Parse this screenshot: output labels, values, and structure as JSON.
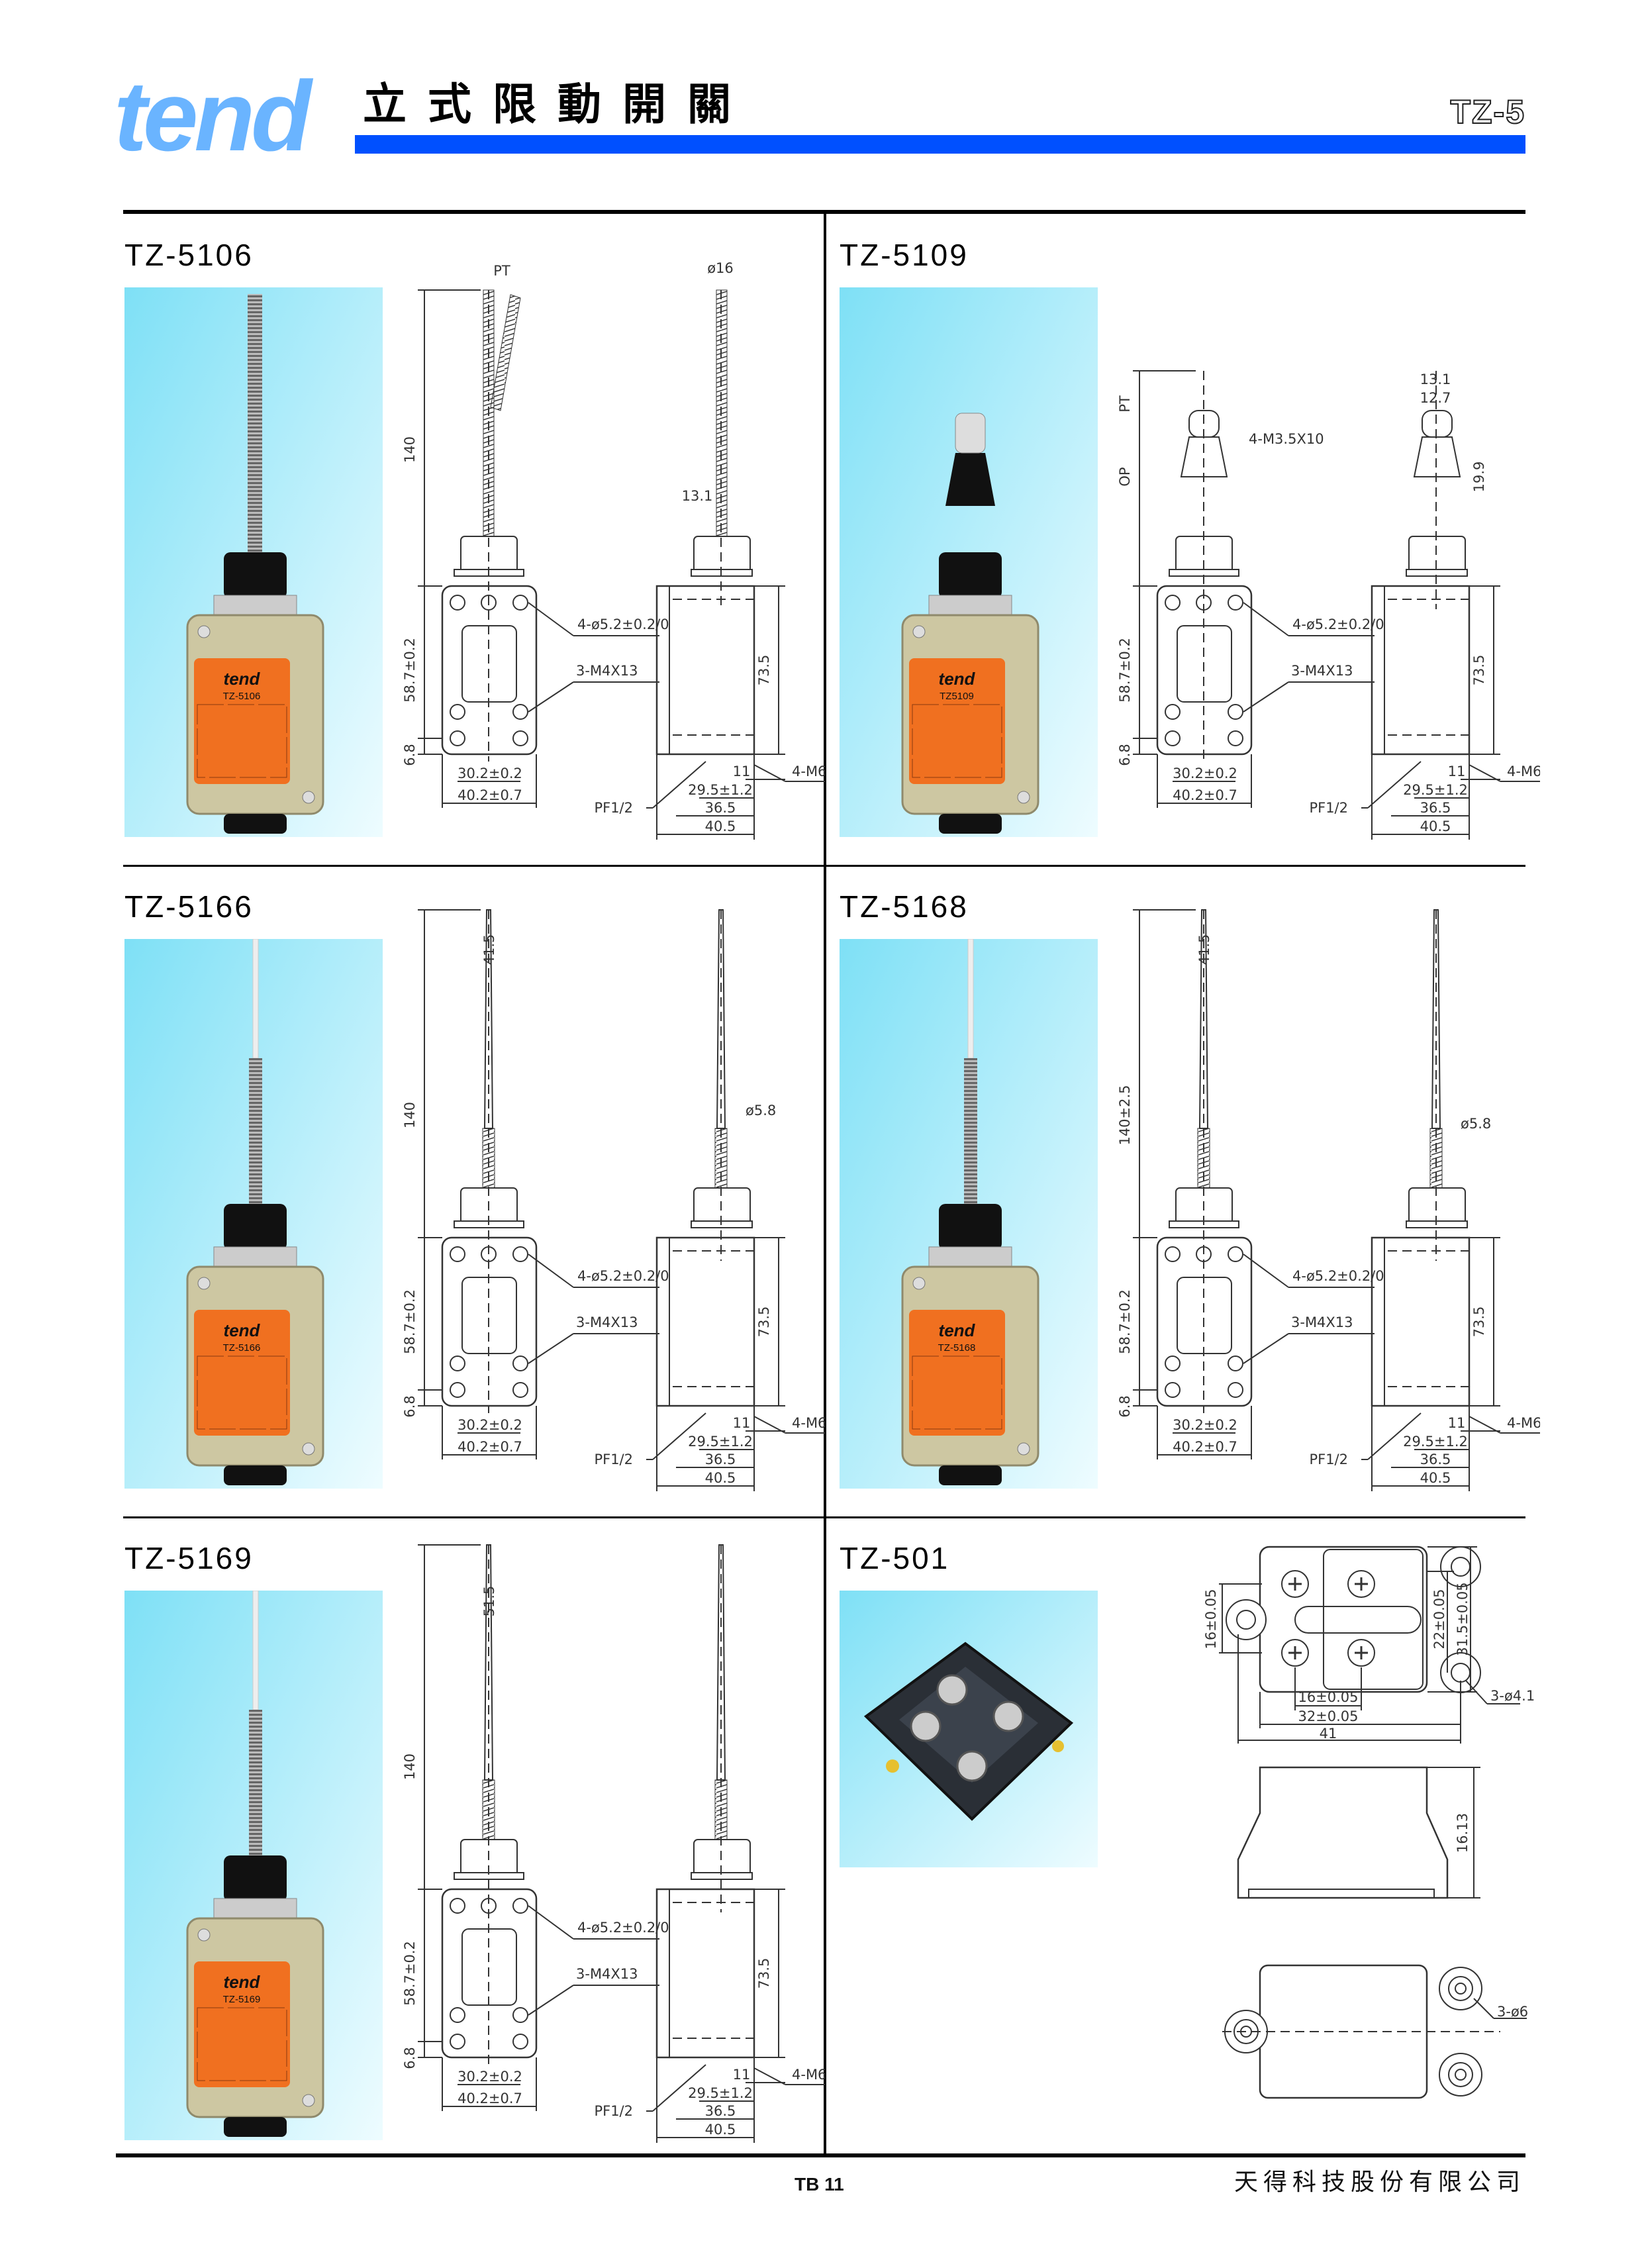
{
  "header": {
    "logo": "tend",
    "title": "立式限動開關",
    "series": "TZ-5"
  },
  "colors": {
    "brand_blue": "#6ab4ff",
    "bar_blue": "#0050ff",
    "label_orange": "#f07020"
  },
  "products": [
    {
      "model": "TZ-5106",
      "photo_brand": "tend",
      "photo_model": "TZ-5106",
      "dims": {
        "pt": "PT",
        "dia": "ø16",
        "len": "140",
        "offset": "13.1",
        "height": "58.7±0.2",
        "base": "6.8",
        "pitch": "30.2±0.2",
        "width": "40.2±0.7",
        "holes": "4-ø5.2±0.2/0",
        "screws": "3-M4X13",
        "conduit": "PF1/2",
        "side_h": "73.5",
        "s11": "11",
        "thread": "4-M6",
        "d1": "29.5±1.2",
        "d2": "36.5",
        "d3": "40.5"
      }
    },
    {
      "model": "TZ-5109",
      "photo_brand": "tend",
      "photo_model": "TZ5109",
      "dims": {
        "pt": "PT",
        "op": "OP",
        "plunger_screws": "4-M3.5X10",
        "top1": "13.1",
        "top2": "12.7",
        "h19": "19.9",
        "height": "58.7±0.2",
        "base": "6.8",
        "pitch": "30.2±0.2",
        "width": "40.2±0.7",
        "holes": "4-ø5.2±0.2/0",
        "screws": "3-M4X13",
        "conduit": "PF1/2",
        "side_h": "73.5",
        "s11": "11",
        "thread": "4-M6",
        "d1": "29.5±1.2",
        "d2": "36.5",
        "d3": "40.5"
      }
    },
    {
      "model": "TZ-5166",
      "photo_brand": "tend",
      "photo_model": "TZ-5166",
      "dims": {
        "tip": "41.5",
        "len": "140",
        "dia": "ø5.8",
        "height": "58.7±0.2",
        "base": "6.8",
        "pitch": "30.2±0.2",
        "width": "40.2±0.7",
        "holes": "4-ø5.2±0.2/0",
        "screws": "3-M4X13",
        "conduit": "PF1/2",
        "side_h": "73.5",
        "s11": "11",
        "thread": "4-M6",
        "d1": "29.5±1.2",
        "d2": "36.5",
        "d3": "40.5"
      }
    },
    {
      "model": "TZ-5168",
      "photo_brand": "tend",
      "photo_model": "TZ-5168",
      "dims": {
        "tip": "41.5",
        "len": "140±2.5",
        "dia": "ø5.8",
        "height": "58.7±0.2",
        "base": "6.8",
        "pitch": "30.2±0.2",
        "width": "40.2±0.7",
        "holes": "4-ø5.2±0.2/0",
        "screws": "3-M4X13",
        "conduit": "PF1/2",
        "side_h": "73.5",
        "s11": "11",
        "thread": "4-M6",
        "d1": "29.5±1.2",
        "d2": "36.5",
        "d3": "40.5"
      }
    },
    {
      "model": "TZ-5169",
      "photo_brand": "tend",
      "photo_model": "TZ-5169",
      "dims": {
        "tip": "51.5",
        "len": "140",
        "height": "58.7±0.2",
        "base": "6.8",
        "pitch": "30.2±0.2",
        "width": "40.2±0.7",
        "holes": "4-ø5.2±0.2/0",
        "screws": "3-M4X13",
        "conduit": "PF1/2",
        "side_h": "73.5",
        "s11": "11",
        "thread": "4-M6",
        "d1": "29.5±1.2",
        "d2": "36.5",
        "d3": "40.5"
      }
    },
    {
      "model": "TZ-501",
      "dims": {
        "v16": "16±0.05",
        "v22": "22±0.05",
        "v315": "31.5±0.05",
        "h16": "16±0.05",
        "h32": "32±0.05",
        "h41": "41",
        "holes41": "3-ø4.1",
        "h1613": "16.13",
        "holes6": "3-ø6"
      }
    }
  ],
  "footer": {
    "page": "TB 11",
    "company": "天得科技股份有限公司"
  }
}
